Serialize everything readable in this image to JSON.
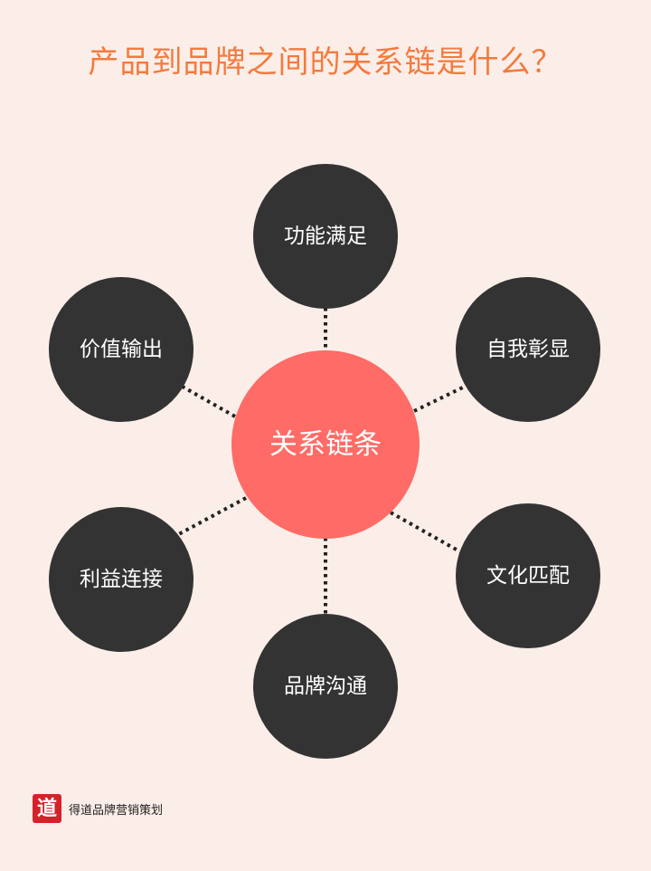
{
  "title": "产品到品牌之间的关系链是什么？",
  "diagram": {
    "center": {
      "label": "关系链条",
      "color": "#ff6b66"
    },
    "node_color": "#333333",
    "nodes": [
      {
        "label": "功能满足"
      },
      {
        "label": "自我彰显"
      },
      {
        "label": "文化匹配"
      },
      {
        "label": "品牌沟通"
      },
      {
        "label": "利益连接"
      },
      {
        "label": "价值输出"
      }
    ]
  },
  "footer": {
    "seal_char": "道",
    "brand_name": "得道品牌营销策划"
  },
  "colors": {
    "background": "#fbeee8",
    "title": "#f47a3e",
    "seal": "#d4222b"
  }
}
